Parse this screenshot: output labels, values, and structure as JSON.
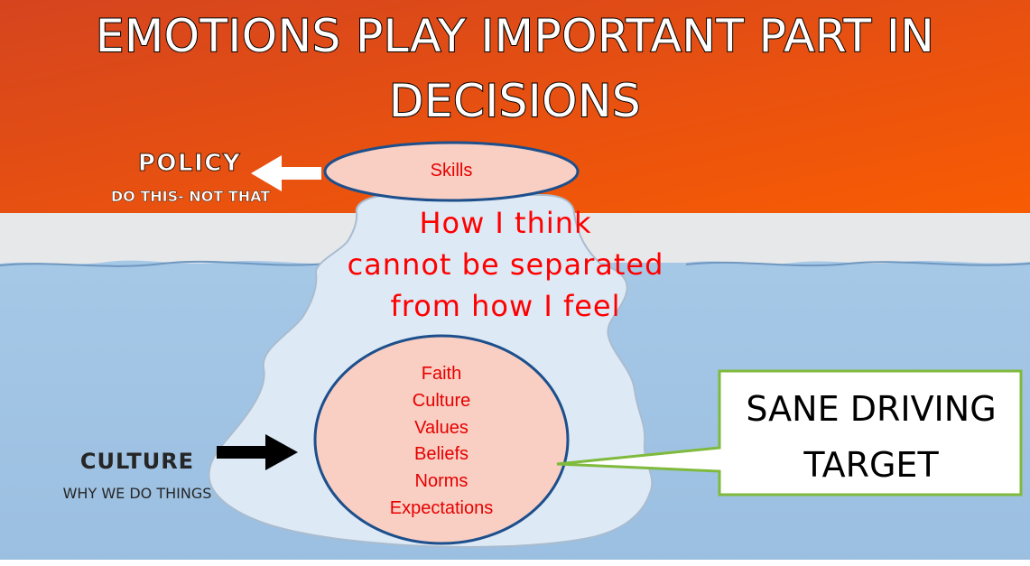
{
  "title": {
    "line1": "EMOTIONS PLAY IMPORTANT PART IN",
    "line2": "DECISIONS"
  },
  "policy": {
    "heading": "POLICY",
    "subheading": "DO THIS- NOT THAT"
  },
  "top_oval": {
    "label": "Skills"
  },
  "center_message": {
    "line1": "How I think",
    "line2": "cannot be separated",
    "line3": "from how I feel"
  },
  "culture": {
    "heading": "CULTURE",
    "subheading": "WHY WE DO THINGS"
  },
  "bottom_oval": {
    "items": [
      "Faith",
      "Culture",
      "Values",
      "Beliefs",
      "Norms",
      "Expectations"
    ]
  },
  "callout": {
    "line1": "SANE DRIVING",
    "line2": "TARGET"
  },
  "colors": {
    "sky_top": "#d8461e",
    "sky_bottom": "#f55a05",
    "water": "#9fc3e4",
    "ice": "#dce9f5",
    "oval_fill": "#f9cfc3",
    "oval_stroke": "#1d4f8c",
    "red_text": "#ff0000",
    "callout_border": "#7fba3c"
  }
}
